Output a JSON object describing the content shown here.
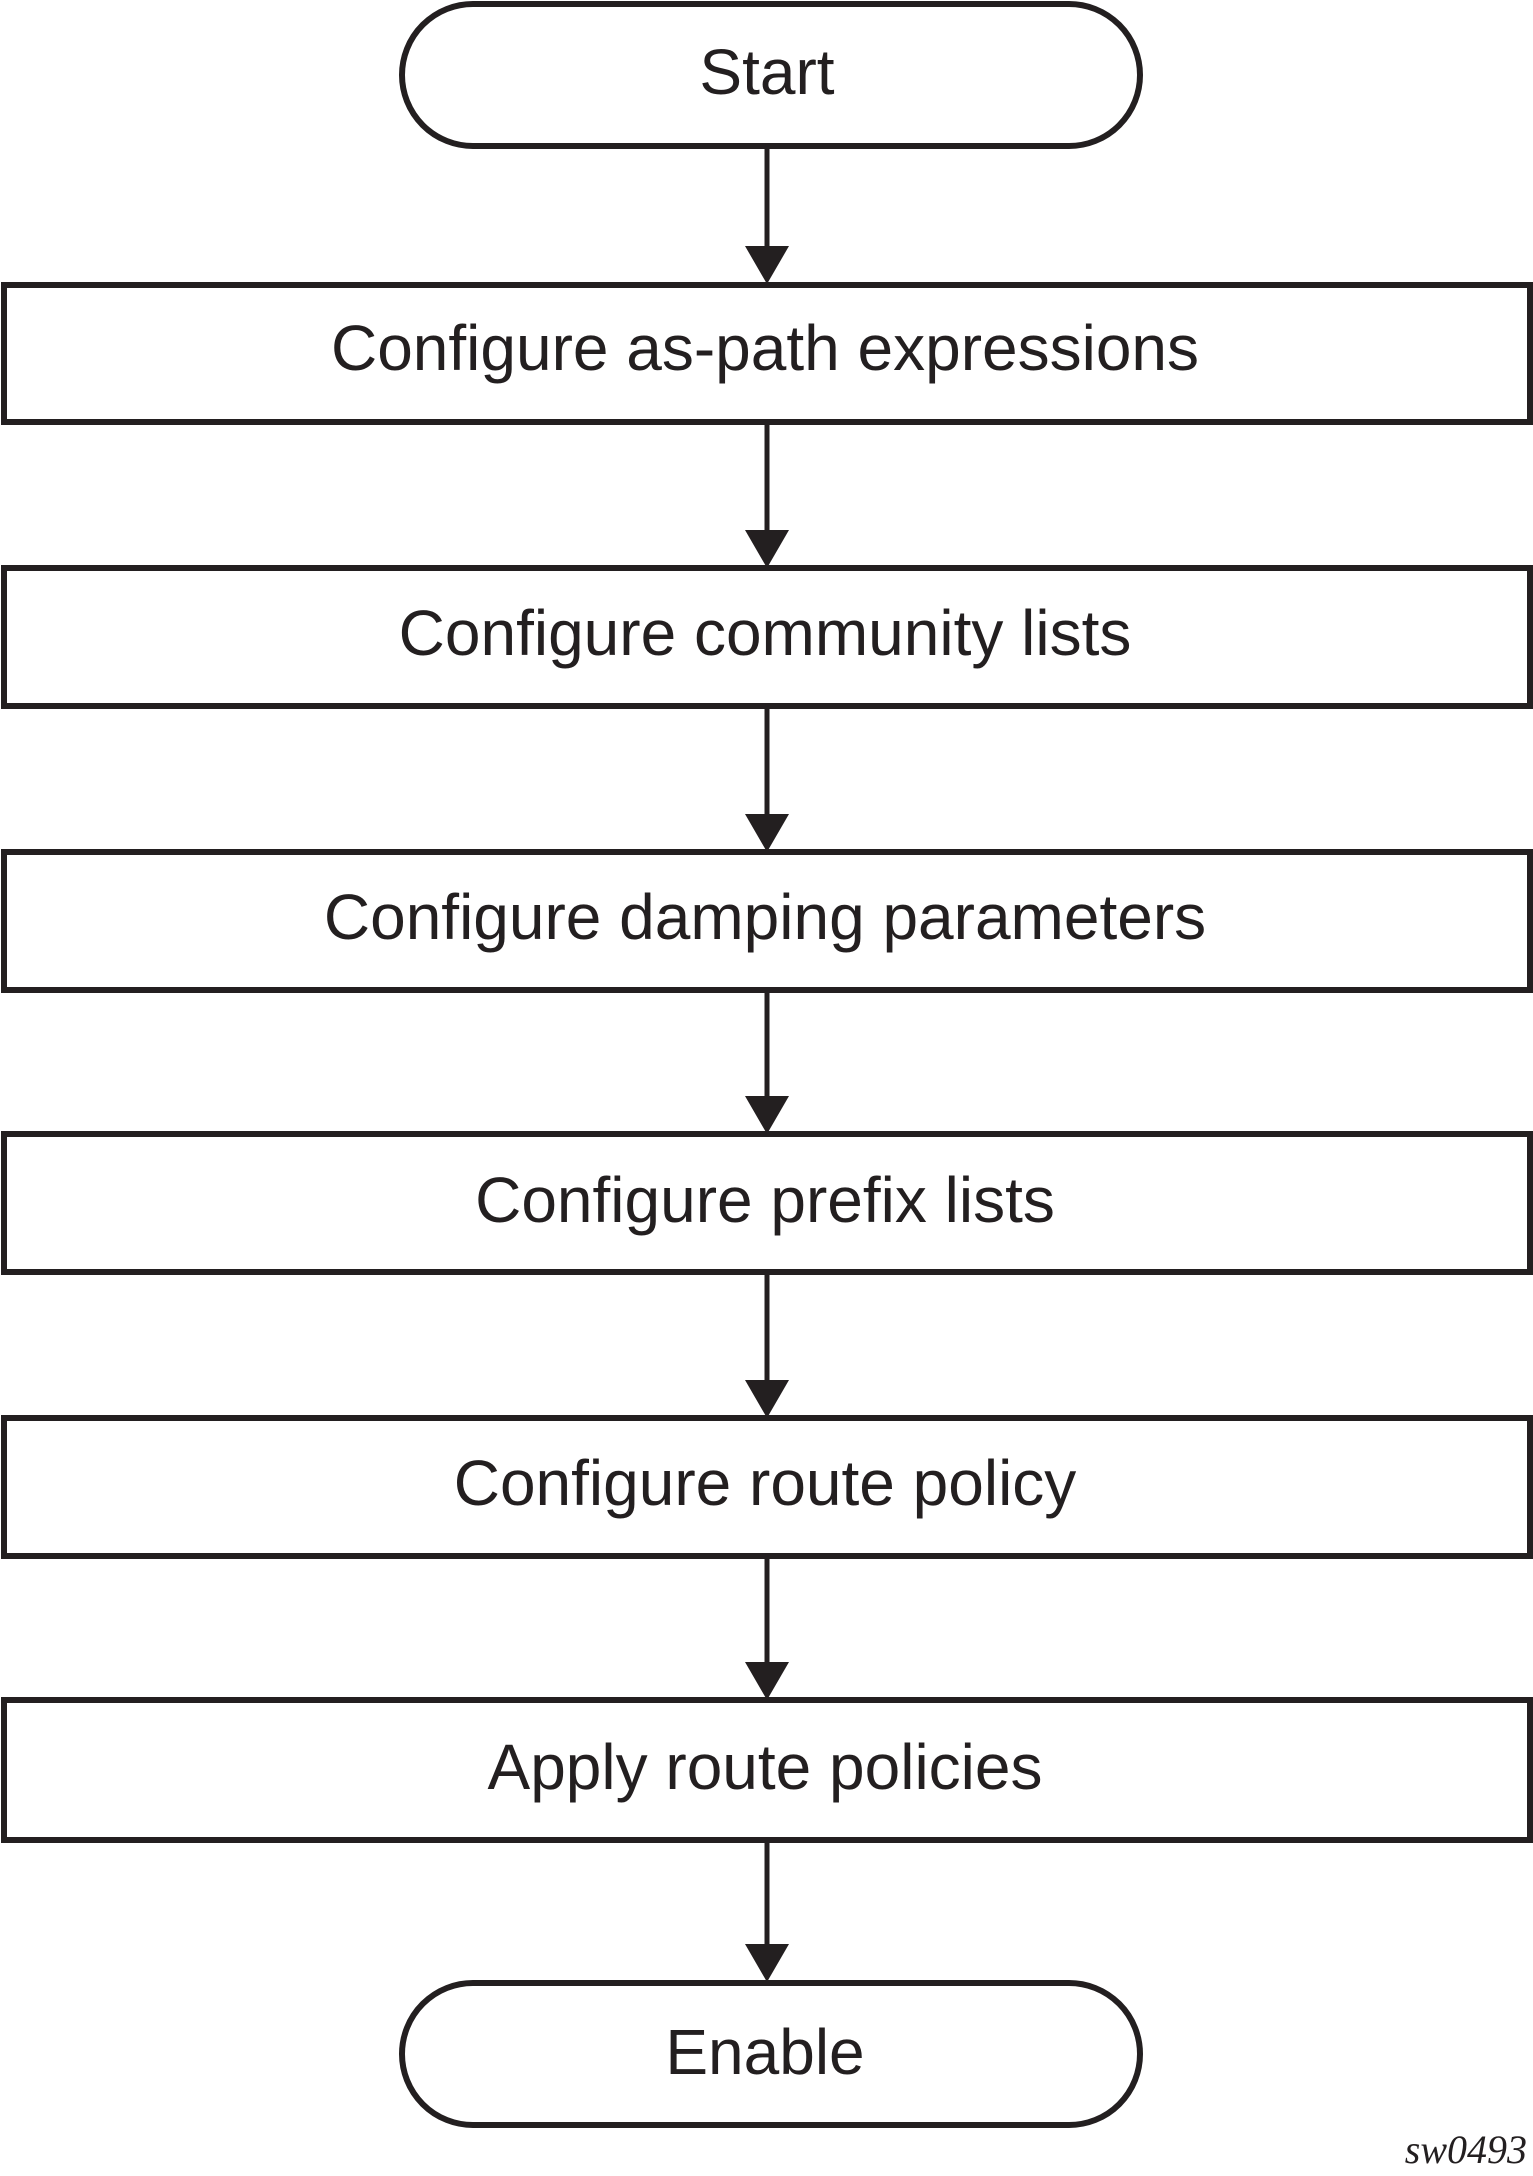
{
  "diagram": {
    "type": "flowchart",
    "nodes": [
      {
        "id": "start",
        "shape": "terminator",
        "label": "Start"
      },
      {
        "id": "as-path",
        "shape": "process",
        "label": "Configure as-path expressions"
      },
      {
        "id": "community",
        "shape": "process",
        "label": "Configure community lists"
      },
      {
        "id": "damping",
        "shape": "process",
        "label": "Configure damping parameters"
      },
      {
        "id": "prefix",
        "shape": "process",
        "label": "Configure prefix lists"
      },
      {
        "id": "route-policy",
        "shape": "process",
        "label": "Configure route policy"
      },
      {
        "id": "apply",
        "shape": "process",
        "label": "Apply route policies"
      },
      {
        "id": "enable",
        "shape": "terminator",
        "label": "Enable"
      }
    ],
    "edges": [
      {
        "from": "start",
        "to": "as-path"
      },
      {
        "from": "as-path",
        "to": "community"
      },
      {
        "from": "community",
        "to": "damping"
      },
      {
        "from": "damping",
        "to": "prefix"
      },
      {
        "from": "prefix",
        "to": "route-policy"
      },
      {
        "from": "route-policy",
        "to": "apply"
      },
      {
        "from": "apply",
        "to": "enable"
      }
    ],
    "figure_id": "sw0493",
    "colors": {
      "stroke": "#231f20",
      "fill": "#ffffff",
      "text": "#231f20"
    }
  }
}
